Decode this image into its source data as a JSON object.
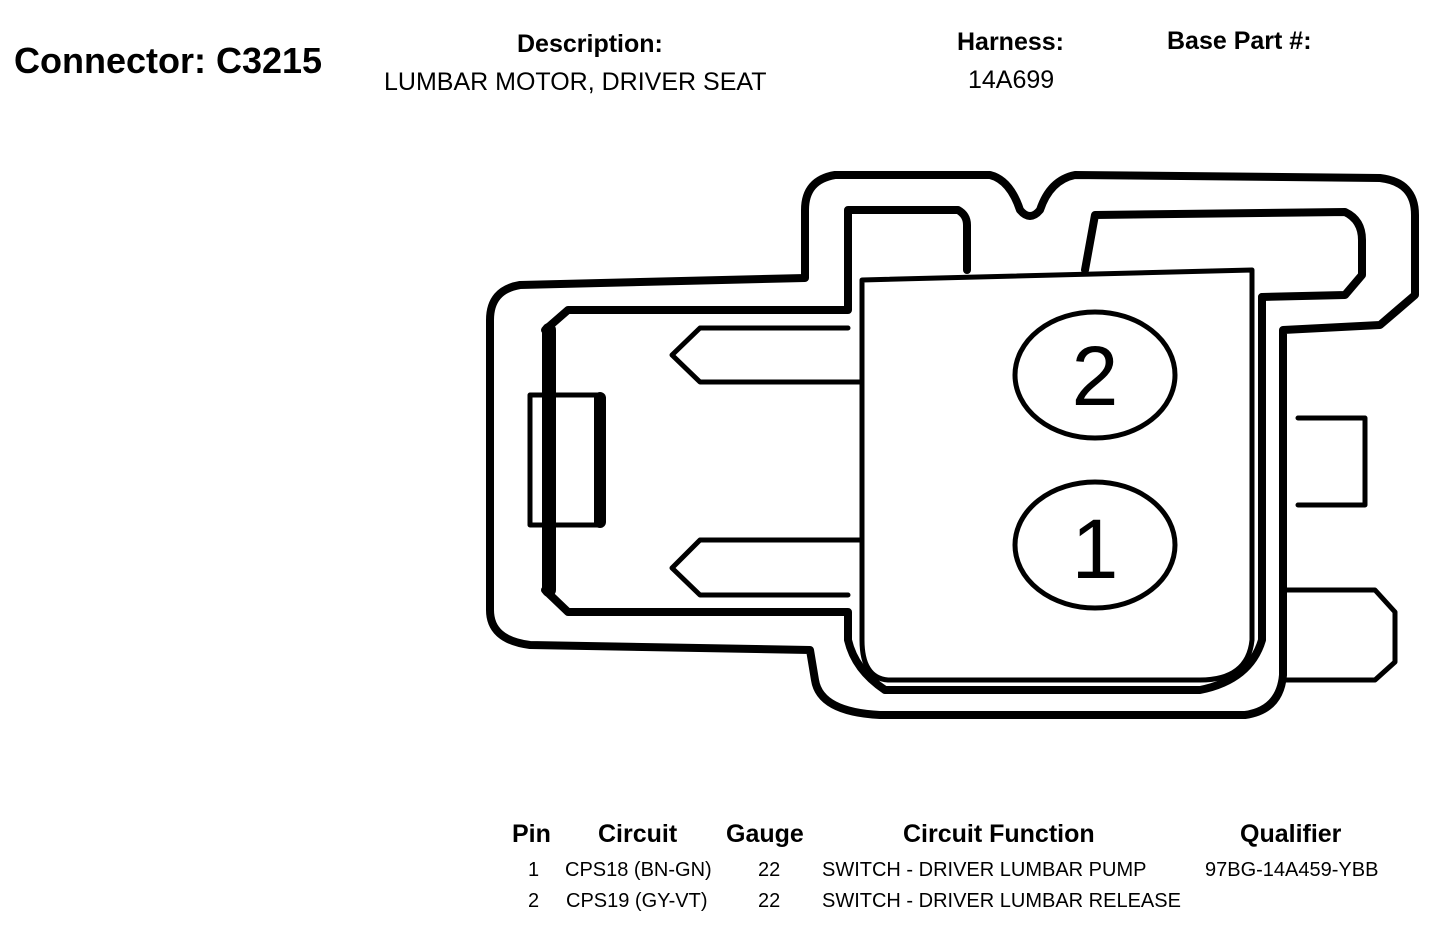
{
  "connector": {
    "title": "Connector: C3215",
    "description_label": "Description:",
    "description_value": "LUMBAR MOTOR, DRIVER SEAT",
    "harness_label": "Harness:",
    "harness_value": "14A699",
    "base_part_label": "Base Part #:"
  },
  "diagram": {
    "pins": [
      {
        "label": "2"
      },
      {
        "label": "1"
      }
    ]
  },
  "table": {
    "headers": {
      "pin": "Pin",
      "circuit": "Circuit",
      "gauge": "Gauge",
      "function": "Circuit Function",
      "qualifier": "Qualifier"
    },
    "rows": [
      {
        "pin": "1",
        "circuit": "CPS18 (BN-GN)",
        "gauge": "22",
        "function": "SWITCH - DRIVER LUMBAR PUMP",
        "qualifier": "97BG-14A459-YBB"
      },
      {
        "pin": "2",
        "circuit": "CPS19 (GY-VT)",
        "gauge": "22",
        "function": "SWITCH - DRIVER LUMBAR RELEASE",
        "qualifier": ""
      }
    ]
  }
}
